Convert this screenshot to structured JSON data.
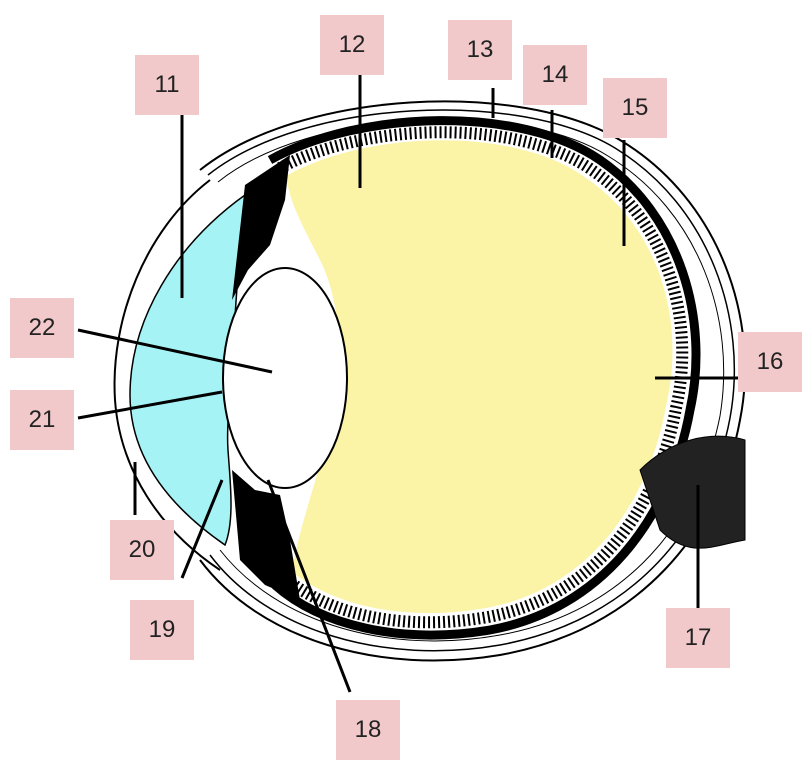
{
  "diagram": {
    "labels": [
      "11",
      "12",
      "13",
      "14",
      "15",
      "16",
      "17",
      "18",
      "19",
      "20",
      "21",
      "22"
    ],
    "colors": {
      "label_bg": "#f2c9cb",
      "vitreous": "#fbf3a6",
      "cornea_chamber": "#a6f3f6",
      "lens": "#ffffff",
      "outline": "#000000"
    }
  }
}
